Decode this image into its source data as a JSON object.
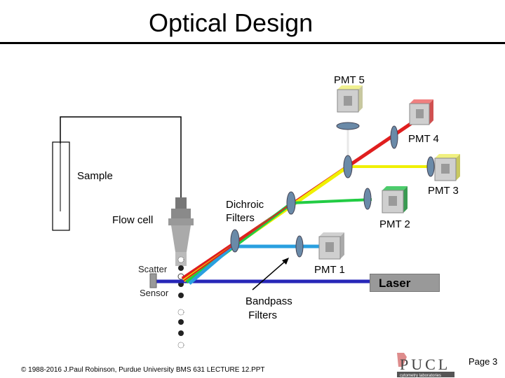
{
  "title": "Optical Design",
  "labels": {
    "pmt5": "PMT 5",
    "pmt4": "PMT 4",
    "pmt3": "PMT 3",
    "pmt2": "PMT 2",
    "pmt1": "PMT 1",
    "sample": "Sample",
    "flow_cell": "Flow cell",
    "dichroic": "Dichroic\nFilters",
    "scatter": "Scatter",
    "sensor": "Sensor",
    "bandpass": "Bandpass\n Filters",
    "laser": "Laser"
  },
  "footer": {
    "copyright": "© 1988-2016 J.Paul Robinson, Purdue University  BMS 631  LECTURE 12.PPT",
    "logo_text": "PUCL",
    "logo_sub": "cytometry laboratories",
    "page": "Page 3"
  },
  "colors": {
    "laser_beam": "#2727b8",
    "red_beam": "#e01e1e",
    "yellow_beam": "#f0f000",
    "green_beam": "#22cc44",
    "blue_beam": "#2aa0e0",
    "pmt_face": "#c8c8c8"
  }
}
